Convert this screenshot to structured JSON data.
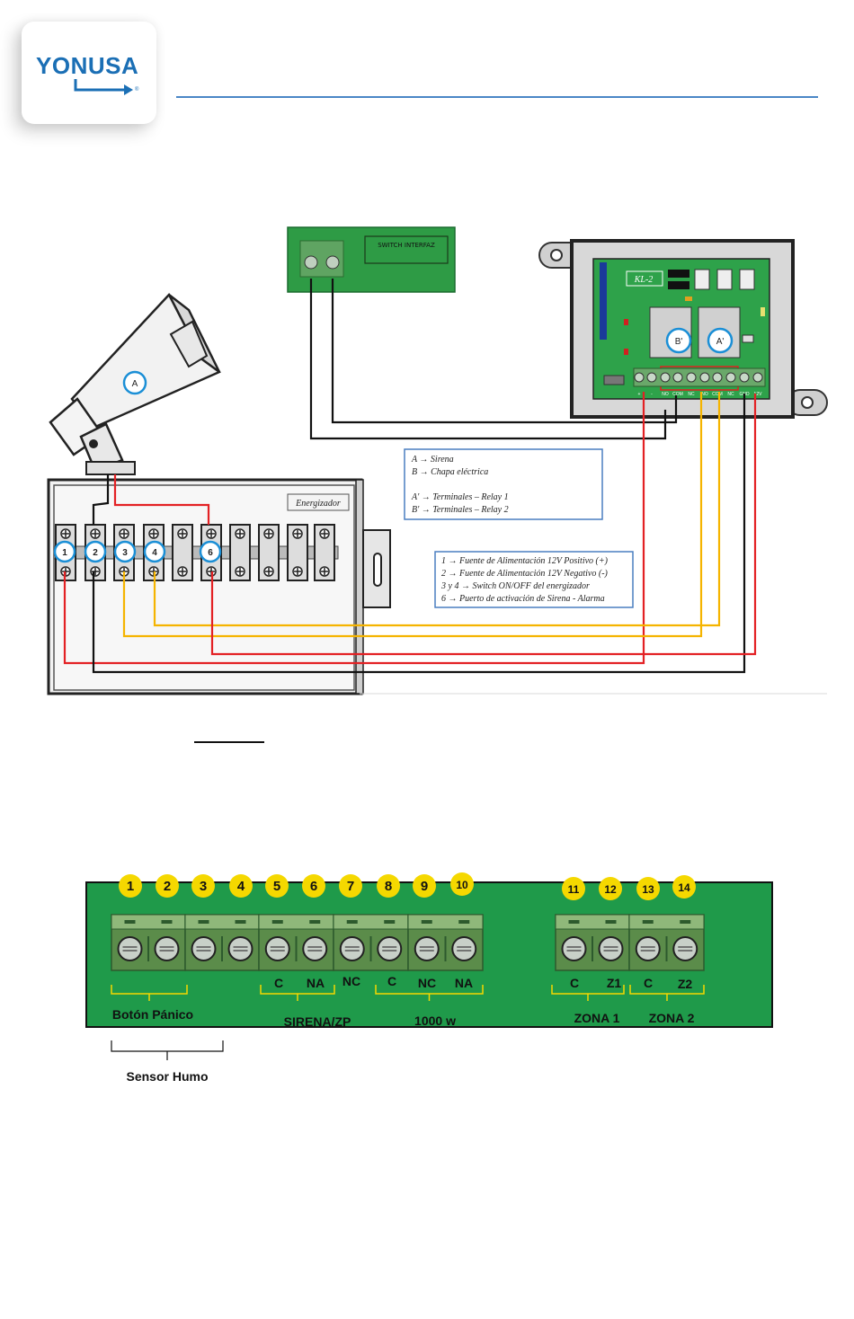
{
  "logo": {
    "text": "YONUSA",
    "mark": "®"
  },
  "wiring_diagram": {
    "switch_interfaz": {
      "label": "SWITCH INTERFAZ"
    },
    "controller": {
      "label": "KL-2",
      "relay_badges": [
        "B'",
        "A'"
      ],
      "terminal_labels": [
        "+",
        "-",
        "NO",
        "COM",
        "NC",
        "NO",
        "COM",
        "NC",
        "GND",
        "12V"
      ]
    },
    "siren": {
      "badge": "A"
    },
    "energizador": {
      "label": "Energizador",
      "numbered_terminals": [
        "1",
        "2",
        "3",
        "4",
        "6"
      ]
    },
    "legend_devices": [
      {
        "key": "A",
        "text": "Sirena"
      },
      {
        "key": "B",
        "text": "Chapa eléctrica"
      },
      {
        "key": "A'",
        "text": "Terminales – Relay 1"
      },
      {
        "key": "B'",
        "text": "Terminales – Relay 2"
      }
    ],
    "legend_terminals": [
      {
        "key": "1",
        "text": "Fuente de Alimentación 12V Positivo (+)"
      },
      {
        "key": "2",
        "text": "Fuente de Alimentación 12V Negativo (-)"
      },
      {
        "key": "3 y 4",
        "text": "Switch ON/OFF del energizador"
      },
      {
        "key": "6",
        "text": "Puerto de activación de Sirena - Alarma"
      }
    ],
    "arrow": "→"
  },
  "terminal_board": {
    "numbers": [
      "1",
      "2",
      "3",
      "4",
      "5",
      "6",
      "7",
      "8",
      "9",
      "10",
      "11",
      "12",
      "13",
      "14"
    ],
    "terminal_labels": [
      "C",
      "NA",
      "NC",
      "C",
      "NC",
      "NA",
      "C",
      "Z1",
      "C",
      "Z2"
    ],
    "group_labels": [
      "Botón Pánico",
      "SIRENA/ZP",
      "1000 w",
      "ZONA 1",
      "ZONA 2"
    ],
    "below_label": "Sensor Humo"
  },
  "colors": {
    "board_green": "#1f9a4a",
    "terminal_green": "#5b8c4a",
    "wire_red": "#e32124",
    "wire_yellow": "#f5b400",
    "wire_black": "#111111",
    "brand_blue": "#1b6fb5"
  }
}
